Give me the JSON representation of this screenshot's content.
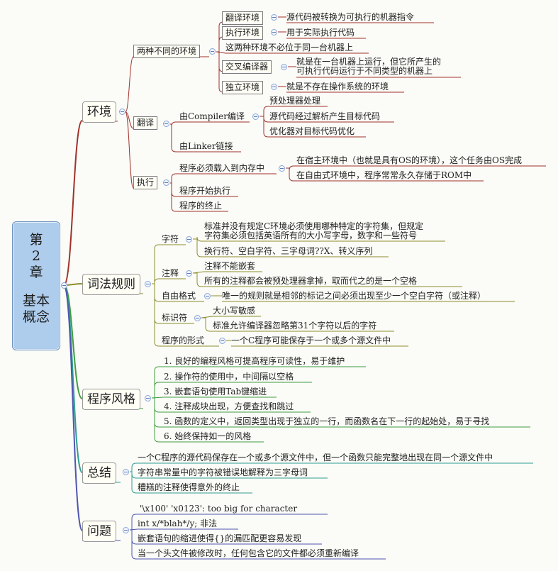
{
  "root": {
    "line1": "第",
    "line2": "2",
    "line3": "章",
    "line4": "基本",
    "line5": "概念"
  },
  "env": {
    "label": "环境",
    "two_envs": {
      "label": "两种不同的环境",
      "translate_env": {
        "label": "翻译环境",
        "desc": "源代码被转换为可执行的机器指令"
      },
      "exec_env": {
        "label": "执行环境",
        "desc": "用于实际执行代码"
      },
      "same_machine": "这两种环境不必位于同一台机器上",
      "cross_compiler": {
        "label": "交叉编译器",
        "desc_line1": "就是在一台机器上运行，但它所产生的",
        "desc_line2": "可执行代码运行于不同类型的机器上"
      },
      "standalone_env": {
        "label": "独立环境",
        "desc": "就是不存在操作系统的环境"
      }
    },
    "translation": {
      "label": "翻译",
      "compiler": {
        "label": "由Compiler编译",
        "items": [
          "预处理器处理",
          "源代码经过解析产生目标代码",
          "优化器对目标代码优化"
        ]
      },
      "linker": "由Linker链接"
    },
    "execution": {
      "label": "执行",
      "load": {
        "label": "程序必须载入到内存中",
        "items": [
          "在宿主环境中（也就是具有OS的环境），这个任务由OS完成",
          "在自由式环境中，程序常常永久存储于ROM中"
        ]
      },
      "start": "程序开始执行",
      "end": "程序的终止"
    }
  },
  "lexical": {
    "label": "词法规则",
    "charset": {
      "label": "字符",
      "item1_line1": "标准并没有规定C环境必须使用哪种特定的字符集，但规定",
      "item1_line2": "字符集必须包括英语所有的大小写字母，数字和一些符号",
      "item2": "换行符、空白字符、三字母词??X、转义序列"
    },
    "comments": {
      "label": "注释",
      "items": [
        "注释不能嵌套",
        "所有的注释都会被预处理器拿掉，取而代之的是一个空格"
      ]
    },
    "freeform": {
      "label": "自由格式",
      "desc": "唯一的规则就是相邻的标记之间必须出现至少一个空白字符（或注释）"
    },
    "identifier": {
      "label": "标识符",
      "items": [
        "大小写敏感",
        "标准允许编译器忽略第31个字符以后的字符"
      ]
    },
    "program_form": {
      "label": "程序的形式",
      "desc": "一个C程序可能保存于一个或多个源文件中"
    }
  },
  "style": {
    "label": "程序风格",
    "items": [
      "1. 良好的编程风格可提高程序可读性，易于维护",
      "2. 操作符的使用中，中间隔以空格",
      "3. 嵌套语句使用Tab键缩进",
      "4. 注释成块出现，方便查找和跳过",
      "5. 函数的定义中，返回类型出现于独立的一行，而函数名在下一行的起始处，易于寻找",
      "6. 始终保持如一的风格"
    ]
  },
  "summary": {
    "label": "总结",
    "items": [
      "一个C程序的源代码保存在一个或多个源文件中，但一个函数只能完整地出现在同一个源文件中",
      "字符串常量中的字符被错误地解释为三字母词",
      "糟糕的注释使得意外的终止"
    ]
  },
  "issues": {
    "label": "问题",
    "items": [
      "'\\x100' 'x0123': too big for character",
      "int x/*blah*/y; 非法",
      "嵌套语句的缩进使得{}的漏匹配更容易发现",
      "当一个头文件被修改时，任何包含它的文件都必须重新编译"
    ]
  },
  "colors": {
    "env": "#a0322a",
    "lexical": "#8d8d2e",
    "style": "#3f9e40",
    "summary": "#2f9e92",
    "issues": "#4e55b2",
    "root_fill": "#aeccec"
  }
}
